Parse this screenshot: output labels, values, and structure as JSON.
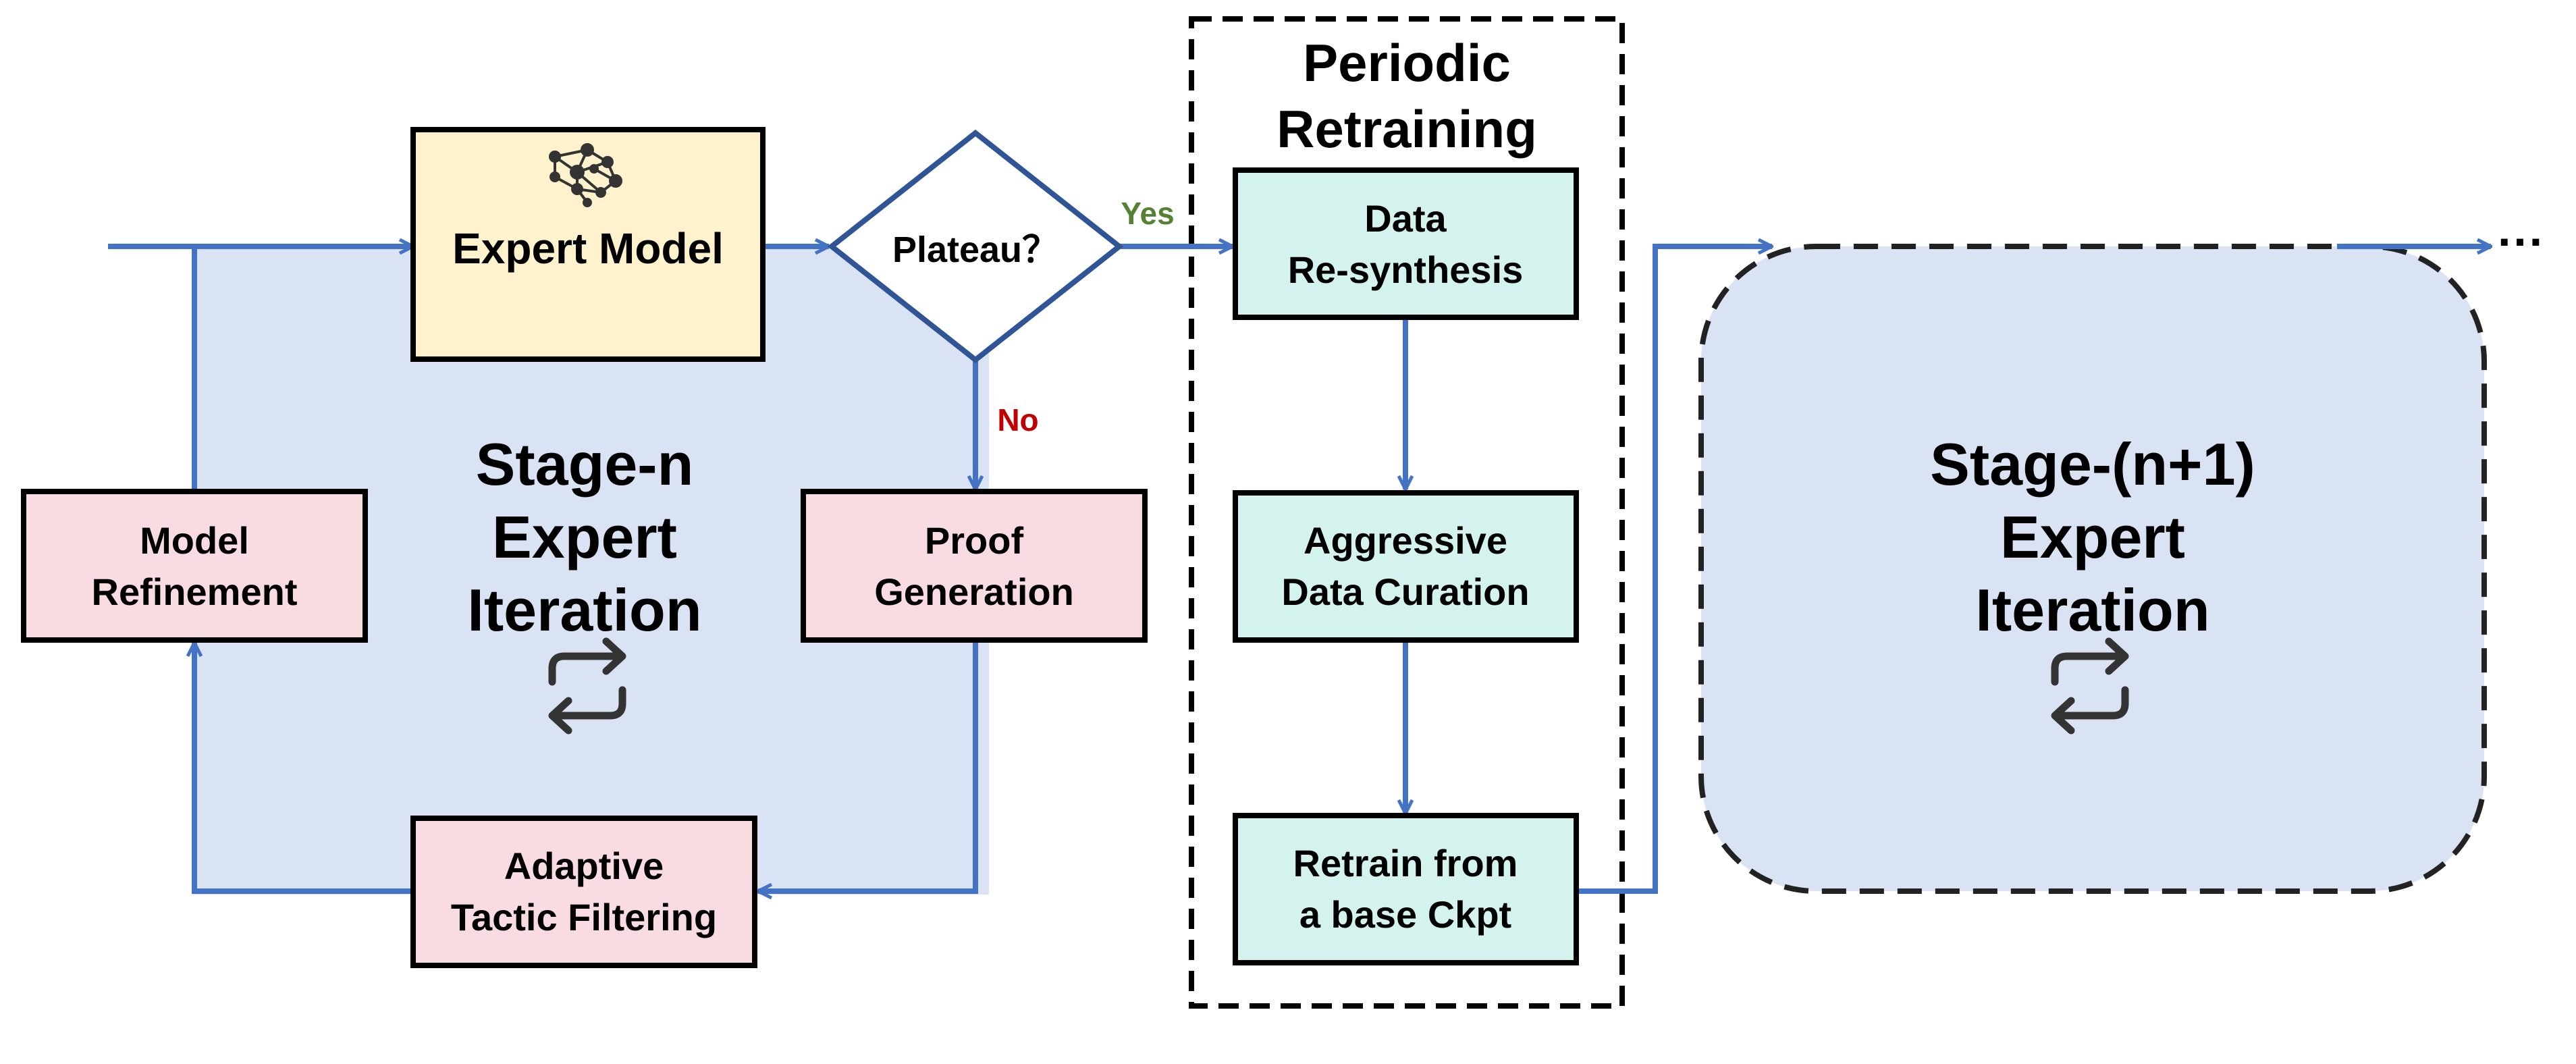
{
  "colors": {
    "arrow": "#4472c4",
    "stage_bg": "#dae3f3",
    "expert_fill": "#fff2cc",
    "pink_fill": "#f8dce1",
    "teal_fill": "#d4f3ee",
    "yes_text": "#548235",
    "no_text": "#c00000",
    "ink": "#000000",
    "icon": "#333333"
  },
  "stage_n": {
    "title_lines": [
      "Stage-n",
      "Expert",
      "Iteration"
    ],
    "expert_model": "Expert Model",
    "decision": "Plateau？",
    "yes_label": "Yes",
    "no_label": "No",
    "proof_generation": [
      "Proof",
      "Generation"
    ],
    "tactic_filtering": [
      "Adaptive",
      "Tactic Filtering"
    ],
    "model_refinement": [
      "Model",
      "Refinement"
    ]
  },
  "retraining": {
    "title_lines": [
      "Periodic",
      "Retraining"
    ],
    "resynthesis": [
      "Data",
      "Re-synthesis"
    ],
    "curation": [
      "Aggressive",
      "Data Curation"
    ],
    "retrain": [
      "Retrain from",
      "a base Ckpt"
    ]
  },
  "stage_next": {
    "title_lines": [
      "Stage-(n+1)",
      "Expert",
      "Iteration"
    ]
  },
  "continuation": "···",
  "icons": {
    "model": "neural-network-icon",
    "cycle_n": "cycle-arrows-icon",
    "cycle_next": "cycle-arrows-icon"
  }
}
